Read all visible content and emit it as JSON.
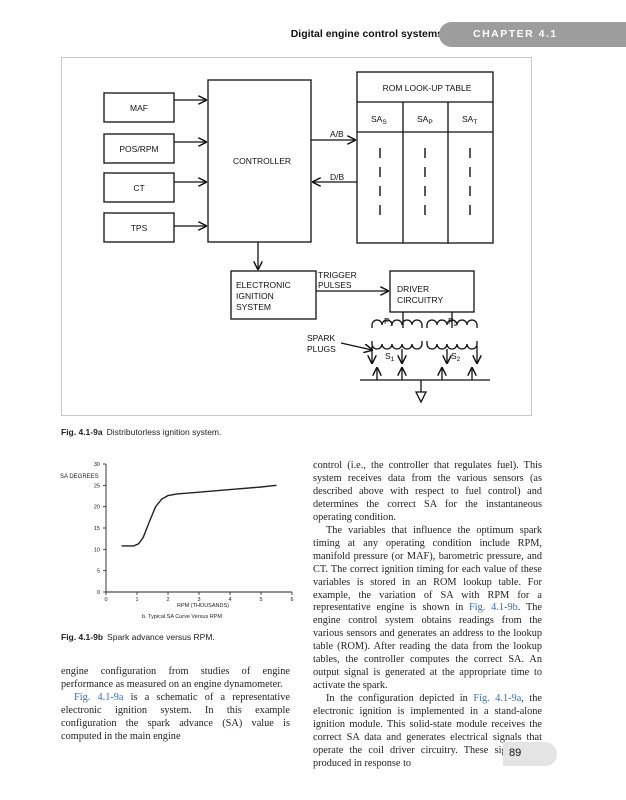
{
  "header": {
    "title": "Digital engine control systems",
    "chapter": "CHAPTER 4.1"
  },
  "figure_a": {
    "blocks": {
      "maf": "MAF",
      "pos_rpm": "POS/RPM",
      "ct": "CT",
      "tps": "TPS",
      "controller": "CONTROLLER",
      "rom_title": "ROM LOOK-UP TABLE",
      "rom_col_base": "SA",
      "rom_subs": [
        "S",
        "P",
        "T"
      ],
      "ab": "A/B",
      "db": "D/B",
      "ignition": [
        "ELECTRONIC",
        "IGNITION",
        "SYSTEM"
      ],
      "trigger": [
        "TRIGGER",
        "PULSES"
      ],
      "driver": [
        "DRIVER",
        "CIRCUITRY"
      ],
      "spark": [
        "SPARK",
        "PLUGS"
      ],
      "p1": "P",
      "p1_sub": "1",
      "p2": "P",
      "p2_sub": "2",
      "s1": "S",
      "s1_sub": "1",
      "s2": "S",
      "s2_sub": "2"
    },
    "caption_label": "Fig. 4.1-9a",
    "caption_text": "Distributorless ignition system."
  },
  "figure_b": {
    "caption_label": "Fig. 4.1-9b",
    "caption_text": "Spark advance versus RPM.",
    "sublabel": "b. Typical SA Curve Versus RPM"
  },
  "chart_data": {
    "type": "line",
    "title": "",
    "ylabel": "SA DEGREES",
    "xlabel": "RPM (THOUSANDS)",
    "xlim": [
      0,
      6
    ],
    "ylim": [
      0,
      30
    ],
    "xticks": [
      "0",
      "1",
      "2",
      "3",
      "4",
      "5",
      "6"
    ],
    "yticks": [
      "0",
      "5",
      "10",
      "15",
      "20",
      "25",
      "30"
    ],
    "series": [
      {
        "x": [
          0.5,
          0.9,
          1.05,
          1.2,
          1.4,
          1.6,
          1.8,
          2.0,
          2.3,
          3.0,
          4.0,
          5.0,
          5.5
        ],
        "y": [
          10.8,
          10.8,
          11.3,
          12.8,
          16.5,
          20.0,
          21.8,
          22.6,
          23.0,
          23.4,
          24.0,
          24.6,
          25.0
        ]
      }
    ]
  },
  "left_column": {
    "p1": "engine configuration from studies of engine performance as measured on an engine dynamometer.",
    "p2_link": "Fig. 4.1-9a",
    "p2": " is a schematic of a representative electronic ignition system. In this example configuration the spark advance (SA) value is computed in the main engine"
  },
  "right_column": {
    "p1": "control (i.e., the controller that regulates fuel). This system receives data from the various sensors (as described above with respect to fuel control) and determines the correct SA for the instantaneous operating condition.",
    "p2_a": "The variables that influence the optimum spark timing at any operating condition include RPM, manifold pressure (or MAF), barometric pressure, and CT. The correct ignition timing for each value of these variables is stored in an ROM lookup table. For example, the variation of SA with RPM for a representative engine is shown in ",
    "p2_link": "Fig. 4.1-9b",
    "p2_b": ". The engine control system obtains readings from the various sensors and generates an address to the lookup table (ROM). After reading the data from the lookup tables, the controller computes the correct SA. An output signal is generated at the appropriate time to activate the spark.",
    "p3_a": "In the configuration depicted in ",
    "p3_link": "Fig. 4.1-9a",
    "p3_b": ", the electronic ignition is implemented in a stand-alone ignition module. This solid-state module receives the correct SA data and generates electrical signals that operate the coil driver circuitry. These signals are produced in response to"
  },
  "page_number": "89"
}
